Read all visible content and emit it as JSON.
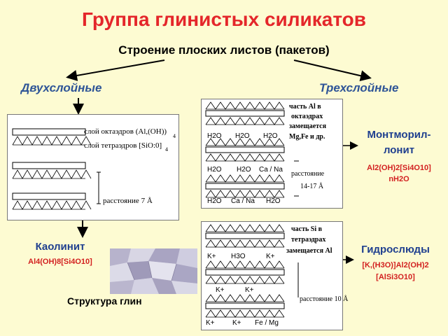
{
  "title": "Группа глинистых силикатов",
  "subtitle": "Строение плоских листов (пакетов)",
  "branches": {
    "left": "Двухслойные",
    "right": "Трехслойные"
  },
  "kaolinite": {
    "name": "Каолинит",
    "formula": "Al4(OH)8[Si4O10]",
    "diagram": {
      "label_octahedra": "слой октаэдров (Al,(OH))",
      "label_octahedra_sub": "4",
      "label_tetrahedra": "слой тетраэдров [SiO:0]",
      "label_tetrahedra_sub": "4",
      "distance_label": "расстояние 7 Å"
    }
  },
  "montmorillonite": {
    "name_line1": "Монтморил-",
    "name_line2": "лонит",
    "formula_line1": "Al2(OH)2[Si4O10]",
    "formula_line2": "nH2O",
    "diagram": {
      "note_lines": [
        "часть Al в",
        "октаэдрах",
        "замещается",
        "Mg,Fe и др."
      ],
      "row1": [
        "H2O",
        "H2O",
        "H2O"
      ],
      "row2": [
        "H2O",
        "H2O",
        "Ca / Na"
      ],
      "row3": [
        "H2O",
        "Ca / Na",
        "H2O"
      ],
      "distance_label": "расстояние",
      "distance_value": "14-17 Å"
    }
  },
  "hydromica": {
    "name": "Гидрослюды",
    "formula_line1": "[K,(H3O)]Al2(OH)2",
    "formula_line2": "[AlSi3O10]",
    "diagram": {
      "note_lines": [
        "часть Si в",
        "тетраэдрах",
        "замещается Al"
      ],
      "row1": [
        "K+",
        "H3O",
        "K+"
      ],
      "row2": [
        "K+",
        "K+"
      ],
      "row3": [
        "K+",
        "K+",
        "Fe / Mg"
      ],
      "distance_label": "расстояние 10 Å"
    }
  },
  "photo_caption": "Структура глин",
  "colors": {
    "title": "#e4262a",
    "branch": "#2f5597",
    "mineral_name": "#1f3f8f",
    "formula": "#d21f1f",
    "background": "#fdfbd2"
  }
}
